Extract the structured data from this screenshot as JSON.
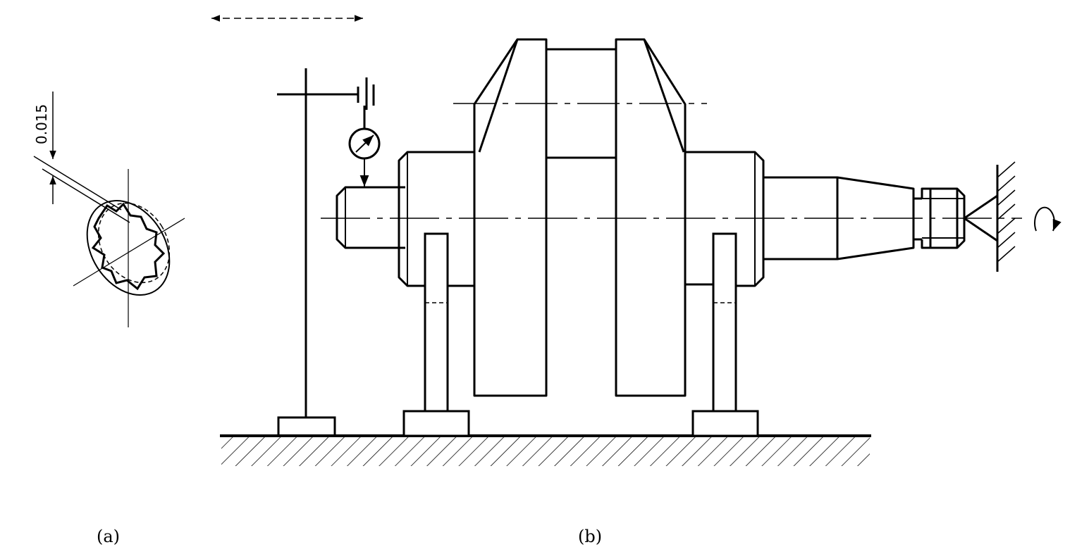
{
  "figure": {
    "label_a": "(a)",
    "label_b": "(b)",
    "dimension_value": "0.015"
  },
  "colors": {
    "line": "#000000",
    "background": "#ffffff"
  }
}
